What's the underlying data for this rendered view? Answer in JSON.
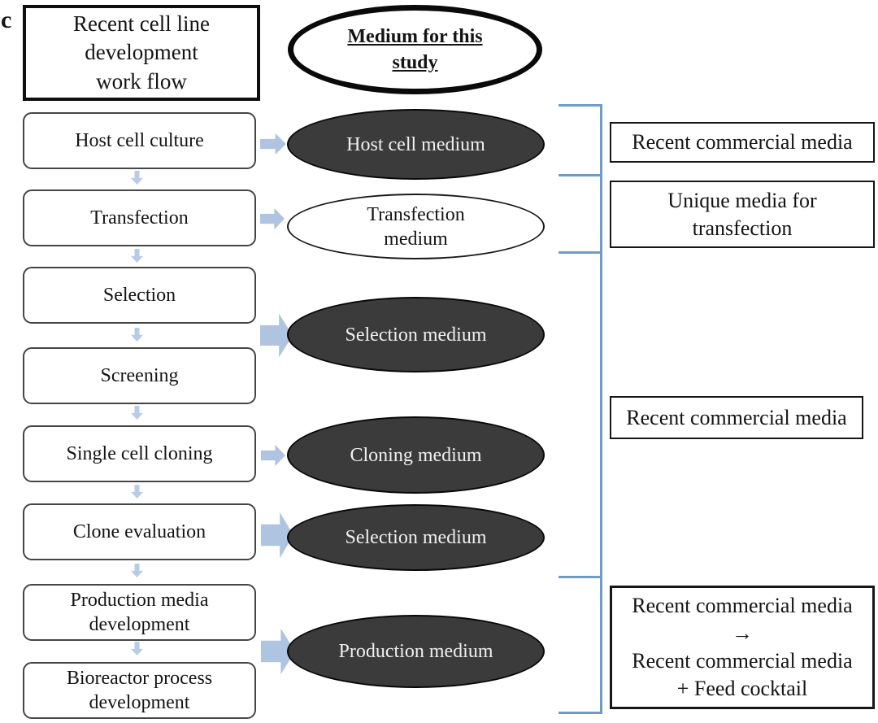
{
  "figure_label": "c",
  "header": {
    "workflow_title": "Recent cell line\ndevelopment\nwork flow",
    "medium_title": "Medium for this\nstudy"
  },
  "workflow_steps": [
    "Host cell culture",
    "Transfection",
    "Selection",
    "Screening",
    "Single cell cloning",
    "Clone evaluation",
    "Production media\ndevelopment",
    "Bioreactor process\ndevelopment"
  ],
  "media": [
    {
      "label": "Host cell medium",
      "style": "dark"
    },
    {
      "label": "Transfection\nmedium",
      "style": "white"
    },
    {
      "label": "Selection medium",
      "style": "dark"
    },
    {
      "label": "Cloning medium",
      "style": "dark"
    },
    {
      "label": "Selection medium",
      "style": "dark"
    },
    {
      "label": "Production medium",
      "style": "dark"
    }
  ],
  "annotations": [
    "Recent commercial media",
    "Unique media for\ntransfection",
    "Recent commercial media",
    "Recent commercial media\n→\nRecent commercial media\n+ Feed cocktail"
  ],
  "icons": {
    "down_arrow": "block-down-arrow",
    "right_arrow": "block-right-arrow"
  },
  "colors": {
    "ellipse_fill": "#3b3b3b",
    "arrow_blue": "#aec4e1",
    "bracket_blue": "#6f9cc4"
  }
}
